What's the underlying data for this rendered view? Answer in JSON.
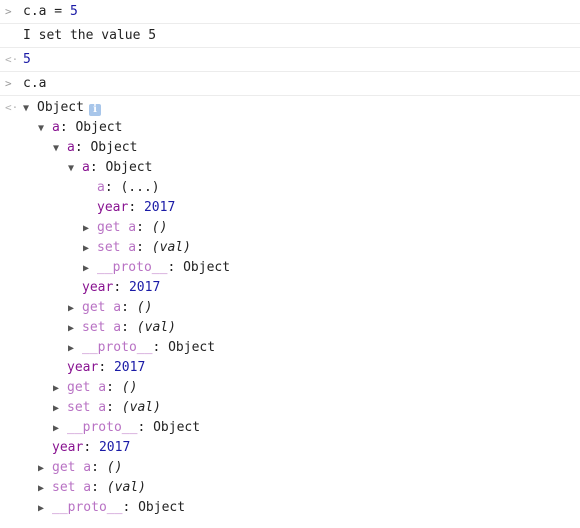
{
  "console": {
    "entries": [
      {
        "kind": "input",
        "glyph": ">",
        "code_name": "c.a",
        "code_op": " = ",
        "code_value": "5"
      },
      {
        "kind": "log",
        "text": "I set the value 5"
      },
      {
        "kind": "result",
        "glyph": "<·",
        "value": "5"
      },
      {
        "kind": "input",
        "glyph": ">",
        "code_name": "c.a"
      }
    ],
    "tree": {
      "result_glyph": "<·",
      "expanded_glyph": "▼",
      "collapsed_glyph": "▶",
      "root_label": "Object",
      "info_glyph": "i",
      "nodes": [
        {
          "depth": 1,
          "state": "expanded",
          "key": "a",
          "sep": ": ",
          "value": "Object",
          "value_style": "plain"
        },
        {
          "depth": 2,
          "state": "expanded",
          "key": "a",
          "sep": ": ",
          "value": "Object",
          "value_style": "plain"
        },
        {
          "depth": 3,
          "state": "expanded",
          "key": "a",
          "sep": ": ",
          "value": "Object",
          "value_style": "plain"
        },
        {
          "depth": 4,
          "state": "none",
          "key": "a",
          "key_style": "dim",
          "sep": ": ",
          "value": "(...)",
          "value_style": "plain"
        },
        {
          "depth": 4,
          "state": "none",
          "key": "year",
          "sep": ": ",
          "value": "2017",
          "value_style": "num"
        },
        {
          "depth": 4,
          "state": "collapsed",
          "key": "get a",
          "key_style": "dim",
          "sep": ": ",
          "value": "()",
          "value_style": "italic"
        },
        {
          "depth": 4,
          "state": "collapsed",
          "key": "set a",
          "key_style": "dim",
          "sep": ": ",
          "value": "(val)",
          "value_style": "italic"
        },
        {
          "depth": 4,
          "state": "collapsed",
          "key": "__proto__",
          "key_style": "dim",
          "sep": ": ",
          "value": "Object",
          "value_style": "plain"
        },
        {
          "depth": 3,
          "state": "none",
          "key": "year",
          "sep": ": ",
          "value": "2017",
          "value_style": "num"
        },
        {
          "depth": 3,
          "state": "collapsed",
          "key": "get a",
          "key_style": "dim",
          "sep": ": ",
          "value": "()",
          "value_style": "italic"
        },
        {
          "depth": 3,
          "state": "collapsed",
          "key": "set a",
          "key_style": "dim",
          "sep": ": ",
          "value": "(val)",
          "value_style": "italic"
        },
        {
          "depth": 3,
          "state": "collapsed",
          "key": "__proto__",
          "key_style": "dim",
          "sep": ": ",
          "value": "Object",
          "value_style": "plain"
        },
        {
          "depth": 2,
          "state": "none",
          "key": "year",
          "sep": ": ",
          "value": "2017",
          "value_style": "num"
        },
        {
          "depth": 2,
          "state": "collapsed",
          "key": "get a",
          "key_style": "dim",
          "sep": ": ",
          "value": "()",
          "value_style": "italic"
        },
        {
          "depth": 2,
          "state": "collapsed",
          "key": "set a",
          "key_style": "dim",
          "sep": ": ",
          "value": "(val)",
          "value_style": "italic"
        },
        {
          "depth": 2,
          "state": "collapsed",
          "key": "__proto__",
          "key_style": "dim",
          "sep": ": ",
          "value": "Object",
          "value_style": "plain"
        },
        {
          "depth": 1,
          "state": "none",
          "key": "year",
          "sep": ": ",
          "value": "2017",
          "value_style": "num"
        },
        {
          "depth": 1,
          "state": "collapsed",
          "key": "get a",
          "key_style": "dim",
          "sep": ": ",
          "value": "()",
          "value_style": "italic"
        },
        {
          "depth": 1,
          "state": "collapsed",
          "key": "set a",
          "key_style": "dim",
          "sep": ": ",
          "value": "(val)",
          "value_style": "italic"
        },
        {
          "depth": 1,
          "state": "collapsed",
          "key": "__proto__",
          "key_style": "dim",
          "sep": ": ",
          "value": "Object",
          "value_style": "plain"
        }
      ]
    }
  }
}
